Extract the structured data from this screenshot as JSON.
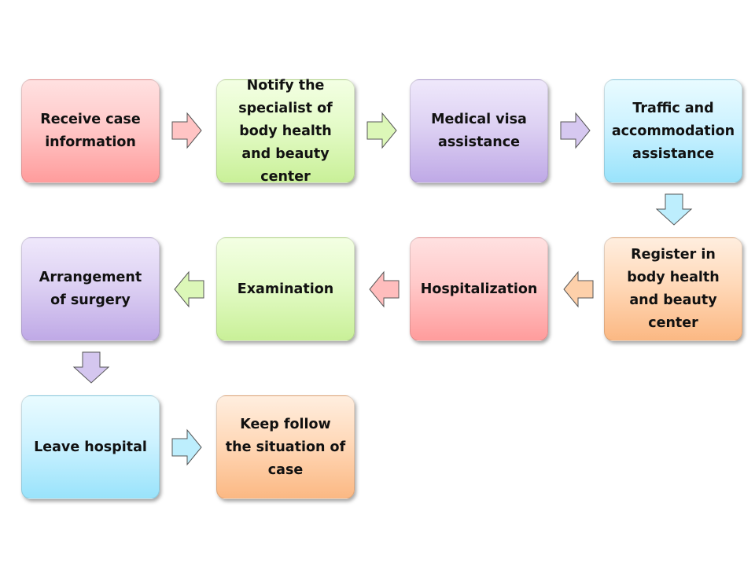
{
  "steps": [
    {
      "label": "Receive case information",
      "color": "pink"
    },
    {
      "label": "Notify the specialist of body health and beauty center",
      "color": "green"
    },
    {
      "label": "Medical visa assistance",
      "color": "purple"
    },
    {
      "label": "Traffic and accommodation assistance",
      "color": "blue"
    },
    {
      "label": "Register in body health and beauty center",
      "color": "orange"
    },
    {
      "label": "Hospitalization",
      "color": "pink"
    },
    {
      "label": "Examination",
      "color": "green"
    },
    {
      "label": "Arrangement of surgery",
      "color": "purple"
    },
    {
      "label": "Leave hospital",
      "color": "blue"
    },
    {
      "label": "Keep follow the situation of case",
      "color": "orange"
    }
  ],
  "colors": {
    "pink": "#ffb3b3",
    "green": "#d8f5b0",
    "purple": "#cfbfee",
    "blue": "#b7ecfd",
    "orange": "#fcc79c"
  }
}
